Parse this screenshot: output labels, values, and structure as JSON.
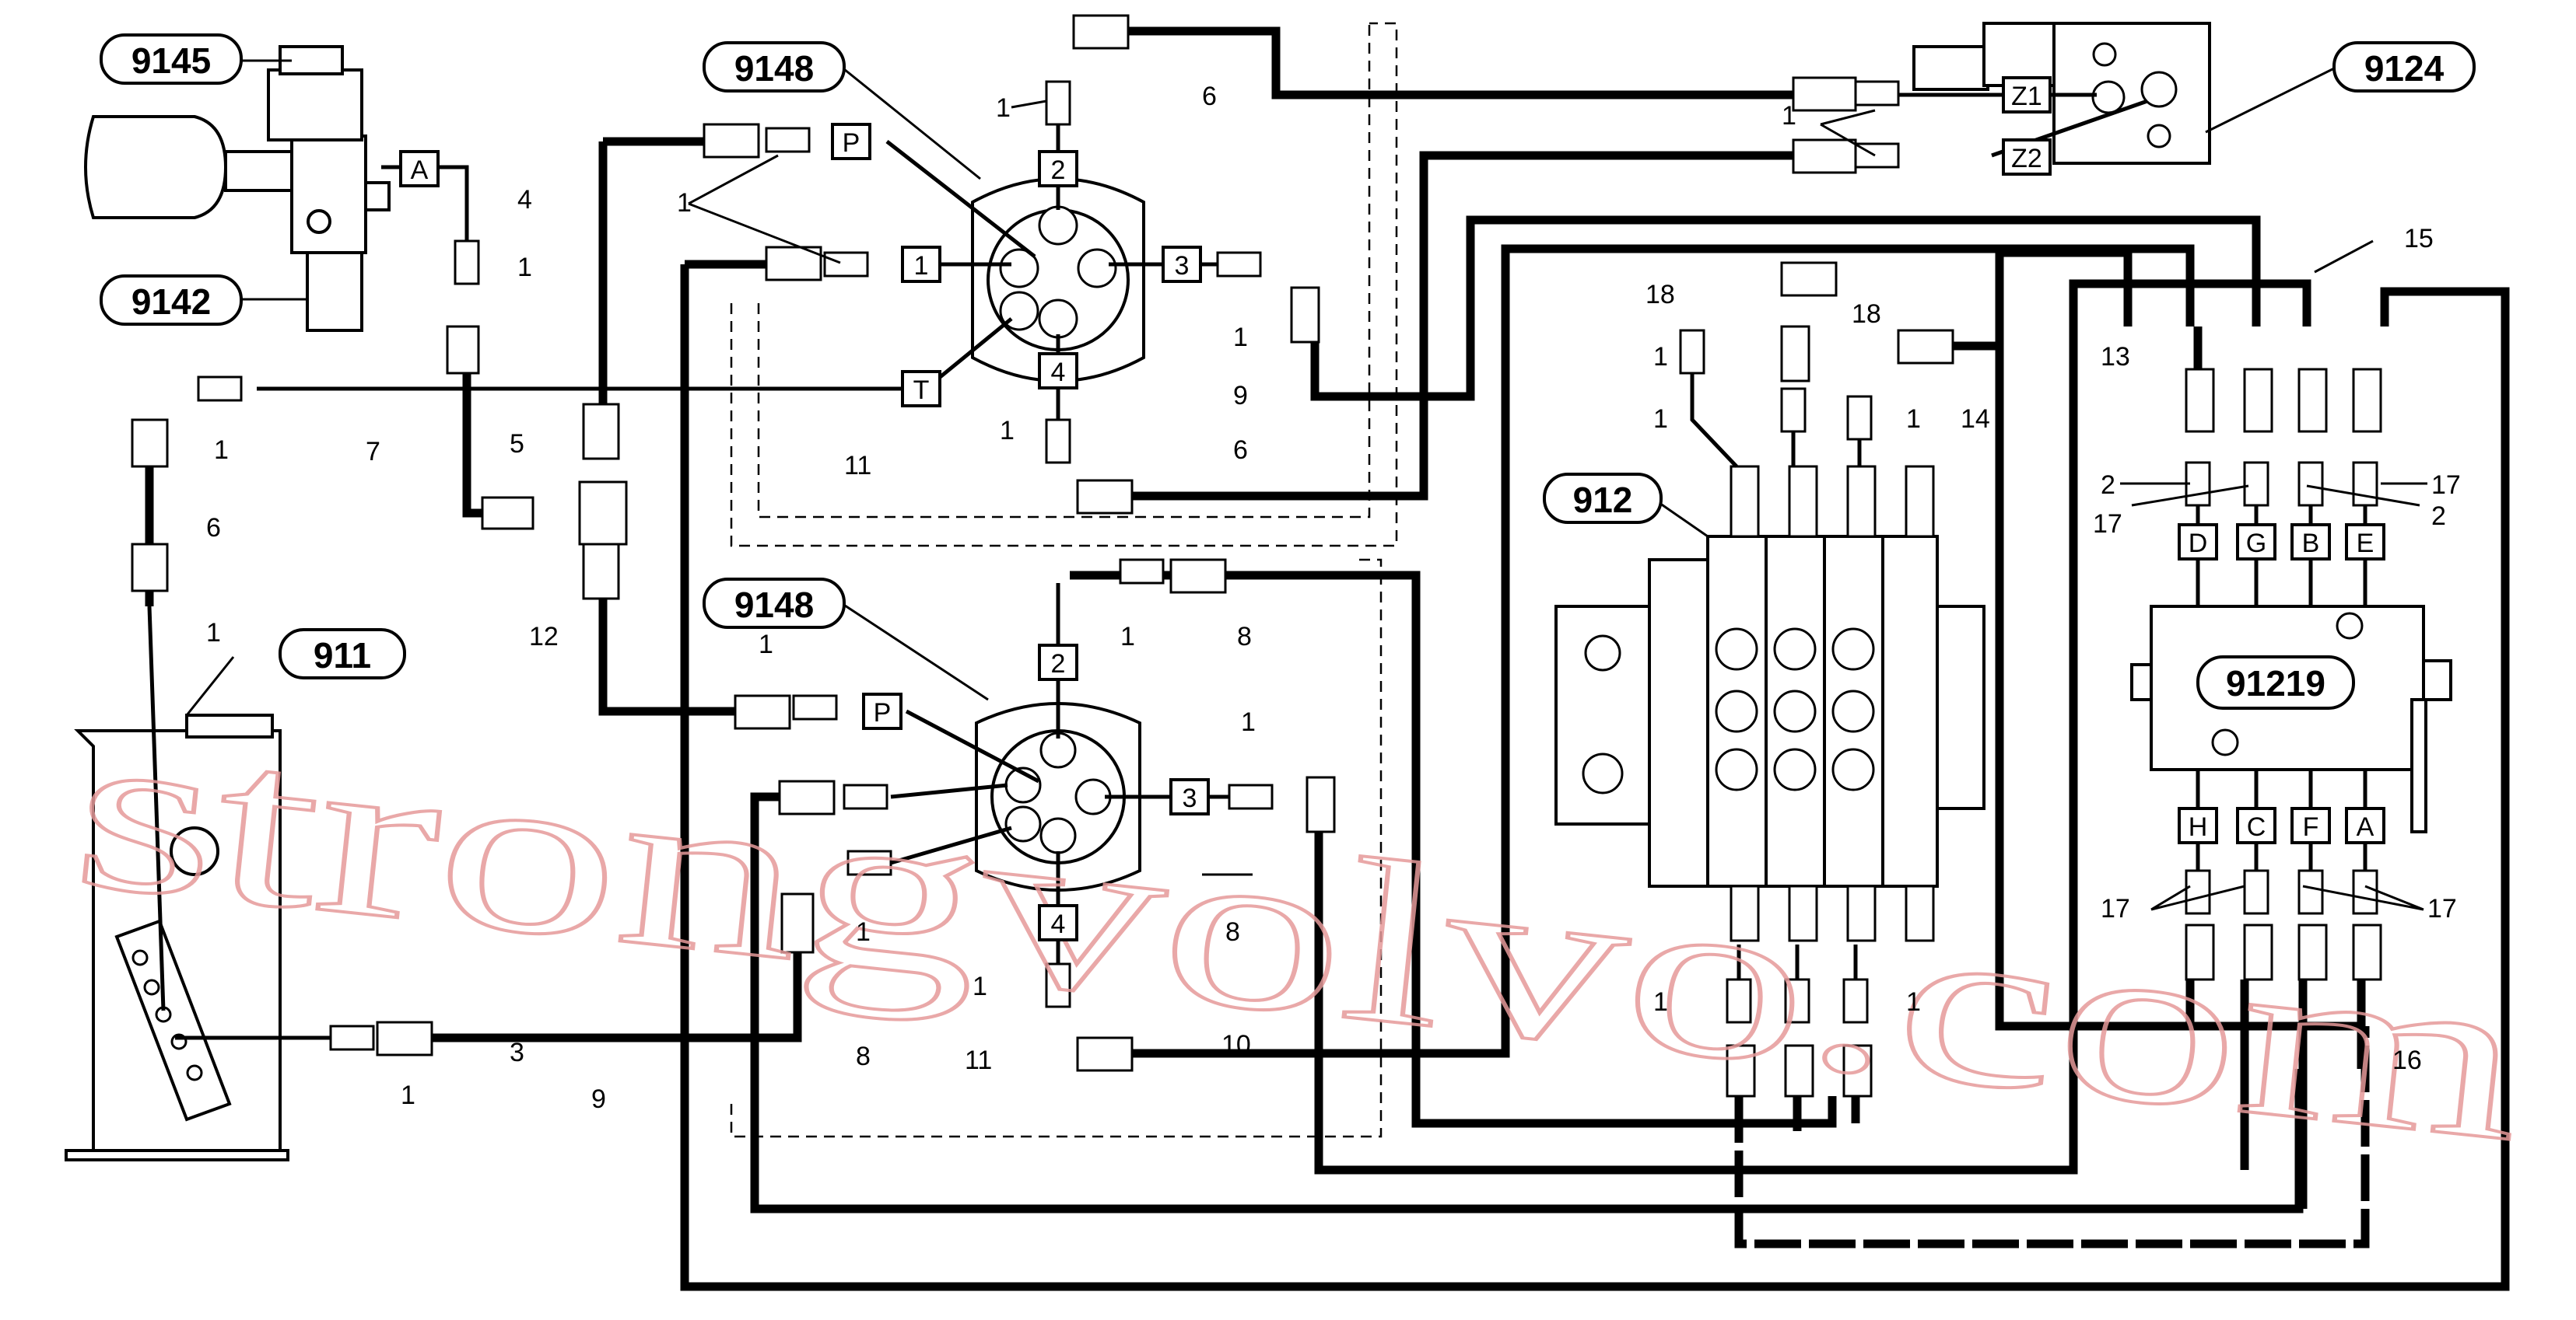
{
  "components": {
    "c9145": "9145",
    "c9142": "9142",
    "c9148_top": "9148",
    "c9148_bottom": "9148",
    "c9124": "9124",
    "c912": "912",
    "c911": "911",
    "c91219": "91219"
  },
  "ports": {
    "a_accum": "A",
    "p_top": "P",
    "p_bottom": "P",
    "t": "T",
    "one_top": "1",
    "two_top": "2",
    "three_top": "3",
    "four_top": "4",
    "two_bottom": "2",
    "three_bottom": "3",
    "four_bottom": "4",
    "z1": "Z1",
    "z2": "Z2",
    "d": "D",
    "g": "G",
    "b": "B",
    "e": "E",
    "h": "H",
    "c": "C",
    "f": "F",
    "a_dist": "A"
  },
  "callouts": {
    "n1_a": "1",
    "n1_b": "1",
    "n1_c": "1",
    "n1_d": "1",
    "n1_e": "1",
    "n1_f": "1",
    "n1_g": "1",
    "n1_h": "1",
    "n1_i": "1",
    "n1_j": "1",
    "n1_k": "1",
    "n1_l": "1",
    "n1_m": "1",
    "n1_n": "1",
    "n1_o": "1",
    "n1_p": "1",
    "n1_q": "1",
    "n1_r": "1",
    "n1_s": "1",
    "n2_a": "2",
    "n2_b": "2",
    "n3": "3",
    "n4": "4",
    "n5": "5",
    "n6_a": "6",
    "n6_b": "6",
    "n6_c": "6",
    "n7": "7",
    "n8_a": "8",
    "n8_b": "8",
    "n8_c": "8",
    "n9_a": "9",
    "n9_b": "9",
    "n10": "10",
    "n11_a": "11",
    "n11_b": "11",
    "n12": "12",
    "n13": "13",
    "n14": "14",
    "n15": "15",
    "n16": "16",
    "n17_a": "17",
    "n17_b": "17",
    "n17_c": "17",
    "n17_d": "17",
    "n18_a": "18",
    "n18_b": "18"
  },
  "watermark": "strongvolvo.com"
}
